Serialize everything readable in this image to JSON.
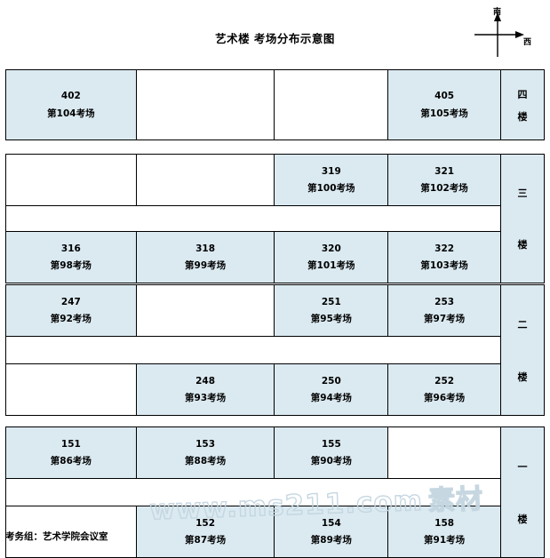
{
  "header": {
    "title": "艺术楼 考场分布示意图"
  },
  "compass": {
    "north_label": "南",
    "east_label": "西",
    "up_arrow_icon": "arrow-up-icon",
    "right_arrow_icon": "arrow-right-icon"
  },
  "watermark": {
    "url_text": "www.ms211.com",
    "cn_text": "素材"
  },
  "footer": {
    "note": "考务组：艺术学院会议室"
  },
  "floors": [
    {
      "floor_label_line1": "四",
      "floor_label_line2": "楼",
      "has_corridor": false,
      "top_row": [
        {
          "room_no": "402",
          "exam_name": "第104考场",
          "filled": true
        },
        {
          "room_no": "",
          "exam_name": "",
          "filled": false
        },
        {
          "room_no": "",
          "exam_name": "",
          "filled": false
        },
        {
          "room_no": "405",
          "exam_name": "第105考场",
          "filled": true
        }
      ],
      "bottom_row": []
    },
    {
      "floor_label_line1": "三",
      "floor_label_line2": "楼",
      "has_corridor": true,
      "top_row": [
        {
          "room_no": "",
          "exam_name": "",
          "filled": false
        },
        {
          "room_no": "",
          "exam_name": "",
          "filled": false
        },
        {
          "room_no": "319",
          "exam_name": "第100考场",
          "filled": true
        },
        {
          "room_no": "321",
          "exam_name": "第102考场",
          "filled": true
        }
      ],
      "bottom_row": [
        {
          "room_no": "316",
          "exam_name": "第98考场",
          "filled": true
        },
        {
          "room_no": "318",
          "exam_name": "第99考场",
          "filled": true
        },
        {
          "room_no": "320",
          "exam_name": "第101考场",
          "filled": true
        },
        {
          "room_no": "322",
          "exam_name": "第103考场",
          "filled": true
        }
      ]
    },
    {
      "floor_label_line1": "二",
      "floor_label_line2": "楼",
      "has_corridor": true,
      "top_row": [
        {
          "room_no": "247",
          "exam_name": "第92考场",
          "filled": true
        },
        {
          "room_no": "",
          "exam_name": "",
          "filled": false
        },
        {
          "room_no": "251",
          "exam_name": "第95考场",
          "filled": true
        },
        {
          "room_no": "253",
          "exam_name": "第97考场",
          "filled": true
        }
      ],
      "bottom_row": [
        {
          "room_no": "",
          "exam_name": "",
          "filled": false
        },
        {
          "room_no": "248",
          "exam_name": "第93考场",
          "filled": true
        },
        {
          "room_no": "250",
          "exam_name": "第94考场",
          "filled": true
        },
        {
          "room_no": "252",
          "exam_name": "第96考场",
          "filled": true
        }
      ]
    },
    {
      "floor_label_line1": "一",
      "floor_label_line2": "楼",
      "has_corridor": true,
      "top_row": [
        {
          "room_no": "151",
          "exam_name": "第86考场",
          "filled": true
        },
        {
          "room_no": "153",
          "exam_name": "第88考场",
          "filled": true
        },
        {
          "room_no": "155",
          "exam_name": "第90考场",
          "filled": true
        },
        {
          "room_no": "",
          "exam_name": "",
          "filled": false
        }
      ],
      "bottom_row": [
        {
          "room_no": "",
          "exam_name": "",
          "filled": false
        },
        {
          "room_no": "152",
          "exam_name": "第87考场",
          "filled": true
        },
        {
          "room_no": "154",
          "exam_name": "第89考场",
          "filled": true
        },
        {
          "room_no": "158",
          "exam_name": "第91考场",
          "filled": true
        }
      ]
    }
  ],
  "colors": {
    "cell_fill": "#dbeaf1",
    "line": "#000000",
    "watermark": "#c3d5e0"
  }
}
